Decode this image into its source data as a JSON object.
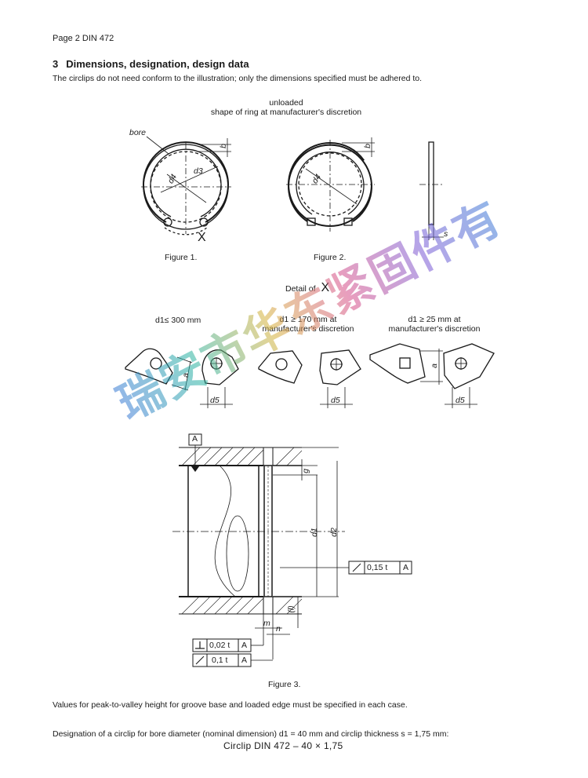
{
  "header": {
    "page_ref": "Page 2  DIN 472"
  },
  "section": {
    "number": "3",
    "title": "Dimensions, designation, design data",
    "intro": "The circlips do not need conform to the illustration; only the dimensions specified must be adhered to."
  },
  "top_figure": {
    "note_line1": "unloaded",
    "note_line2": "shape of ring at manufacturer's discretion",
    "fig1_label_bore": "bore",
    "fig1_label_b": "b",
    "fig1_label_d3": "d3",
    "fig1_label_d4": "d4",
    "fig1_label_x": "X",
    "fig2_label_b": "b",
    "fig2_label_d4": "d4",
    "side_label_s": "s",
    "fig1_caption": "Figure 1.",
    "fig2_caption": "Figure 2."
  },
  "detail": {
    "title": "Detail of",
    "title_x": "X",
    "col1": "d1≤  300 mm",
    "col2_line1": "d1 ≥ 170 mm at",
    "col2_line2": "manufacturer's discretion",
    "col3_line1": "d1 ≥  25 mm at",
    "col3_line2": "manufacturer's discretion",
    "label_a": "a",
    "label_d5": "d5"
  },
  "figure3": {
    "datum": "A",
    "label_g": "g",
    "label_d1": "d1",
    "label_d2": "d2",
    "label_l": "(l)",
    "label_m": "m",
    "label_n": "n",
    "tol_edge": "0,15 t",
    "tol_perp": "0,02 t",
    "tol_runout": "0,1 t",
    "tol_ref": "A",
    "caption": "Figure 3."
  },
  "notes": {
    "peak_valley": "Values for peak-to-valley height for groove base and loaded edge must be specified in each case.",
    "designation_intro": "Designation of a circlip for bore diameter (nominal dimension) d1 = 40 mm and circlip thickness s = 1,75 mm:",
    "designation": "Circlip DIN 472 – 40 × 1,75"
  },
  "watermark": {
    "text": "瑞安市华东紧固件有限公司"
  }
}
